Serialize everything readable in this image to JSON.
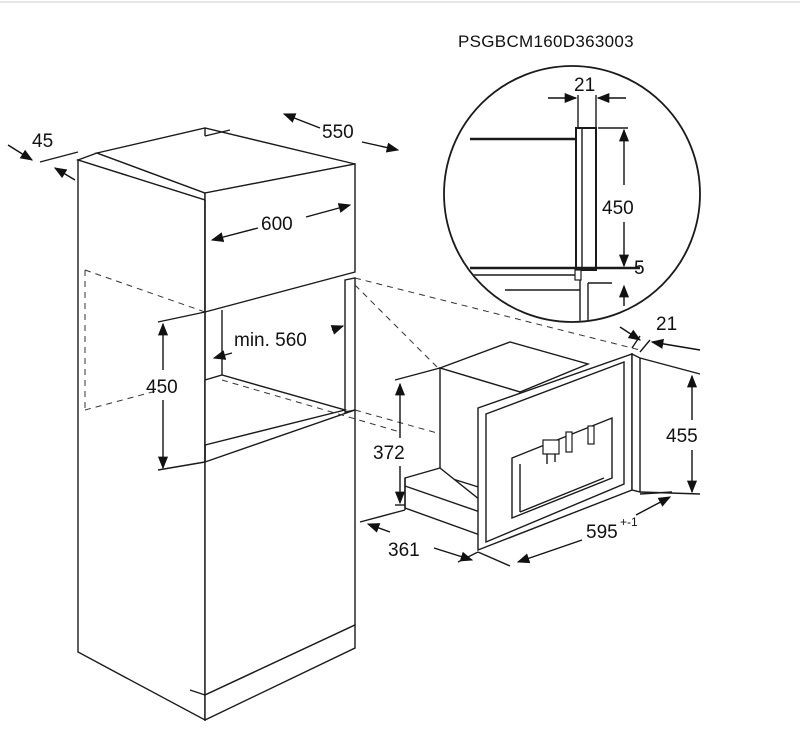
{
  "title": "PSGBCM160D363003",
  "dimensions": {
    "depth_side": "45",
    "cabinet_depth": "550",
    "cabinet_width": "600",
    "niche_depth": "min. 560",
    "niche_height": "450",
    "detail_top_gap": "21",
    "detail_height": "450",
    "detail_bottom_gap": "5",
    "appliance_front_depth": "21",
    "appliance_height": "455",
    "appliance_body_height": "372",
    "appliance_depth": "361",
    "appliance_width": "595",
    "appliance_width_tolerance": "+-1"
  },
  "colors": {
    "stroke": "#1a1a1a",
    "background": "#ffffff"
  }
}
